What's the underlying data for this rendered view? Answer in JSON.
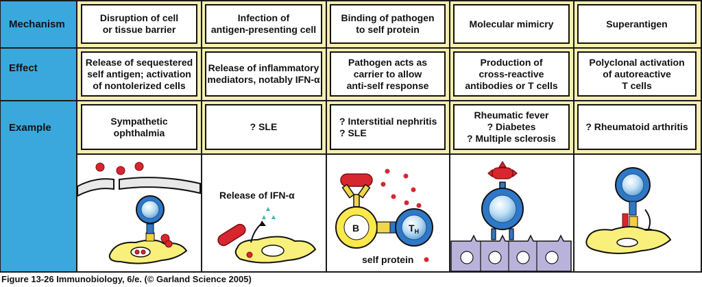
{
  "row_labels": {
    "mechanism": "Mechanism",
    "effect": "Effect",
    "example": "Example"
  },
  "columns": [
    {
      "mechanism": "Disruption of cell\nor tissue barrier",
      "effect": "Release of sequestered\nself antigen; activation\nof nontolerized cells",
      "example": "Sympathetic\nophthalmia"
    },
    {
      "mechanism": "Infection of\nantigen-presenting cell",
      "effect": "Release of inflammatory\nmediators, notably IFN-α",
      "example": "? SLE"
    },
    {
      "mechanism": "Binding of pathogen\nto self protein",
      "effect": "Pathogen acts as\ncarrier to allow\nanti-self response",
      "example": "? Interstitial nephritis\n? SLE"
    },
    {
      "mechanism": "Molecular mimicry",
      "effect": "Production of\ncross-reactive\nantibodies or T cells",
      "example": "Rheumatic fever\n? Diabetes\n? Multiple sclerosis"
    },
    {
      "mechanism": "Superantigen",
      "effect": "Polyclonal activation\nof autoreactive\nT cells",
      "example": "? Rheumatoid arthritis"
    }
  ],
  "illustration_labels": {
    "ifn_release": "Release of IFN-α",
    "b_cell": "B",
    "th_cell": "T",
    "th_subscript": "H",
    "self_protein": "self protein"
  },
  "caption": "Figure 13-26  Immunobiology, 6/e. (© Garland Science 2005)",
  "colors": {
    "header_blue": "#3aa8dc",
    "band_yellow": "#f6eeb0",
    "cell_blue": "#2f78c8",
    "pathogen_red": "#d8262e",
    "tissue_yellow": "#f8f07a",
    "b_cell_yellow": "#fbe84a",
    "epithelium_purple": "#b9b3dc",
    "teal_ifn": "#3fb8a8"
  }
}
